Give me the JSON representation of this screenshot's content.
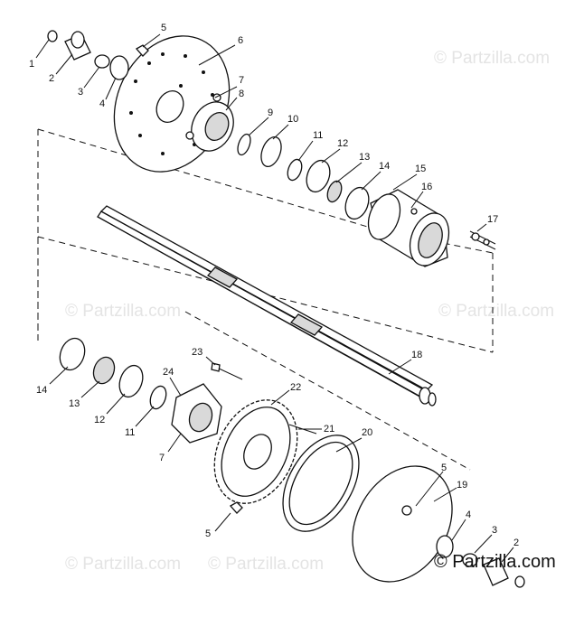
{
  "watermarks": [
    {
      "text": "© Partzilla.com"
    },
    {
      "text": "© Partzilla.com"
    },
    {
      "text": "© Partzilla.com"
    },
    {
      "text": "© Partzilla.com"
    },
    {
      "text": "© Partzilla.com"
    }
  ],
  "brand_watermark": {
    "text": "© Partzilla.com"
  },
  "labels": [
    "1",
    "2",
    "3",
    "4",
    "5",
    "6",
    "7",
    "8",
    "9",
    "10",
    "11",
    "12",
    "13",
    "14",
    "15",
    "16",
    "17",
    "18",
    "14",
    "13",
    "12",
    "11",
    "7",
    "24",
    "23",
    "22",
    "21",
    "20",
    "5",
    "19",
    "5",
    "4",
    "3",
    "2"
  ],
  "colors": {
    "line": "#111111",
    "watermark": "#e4e4e4",
    "shade": "#d9d9d9"
  }
}
